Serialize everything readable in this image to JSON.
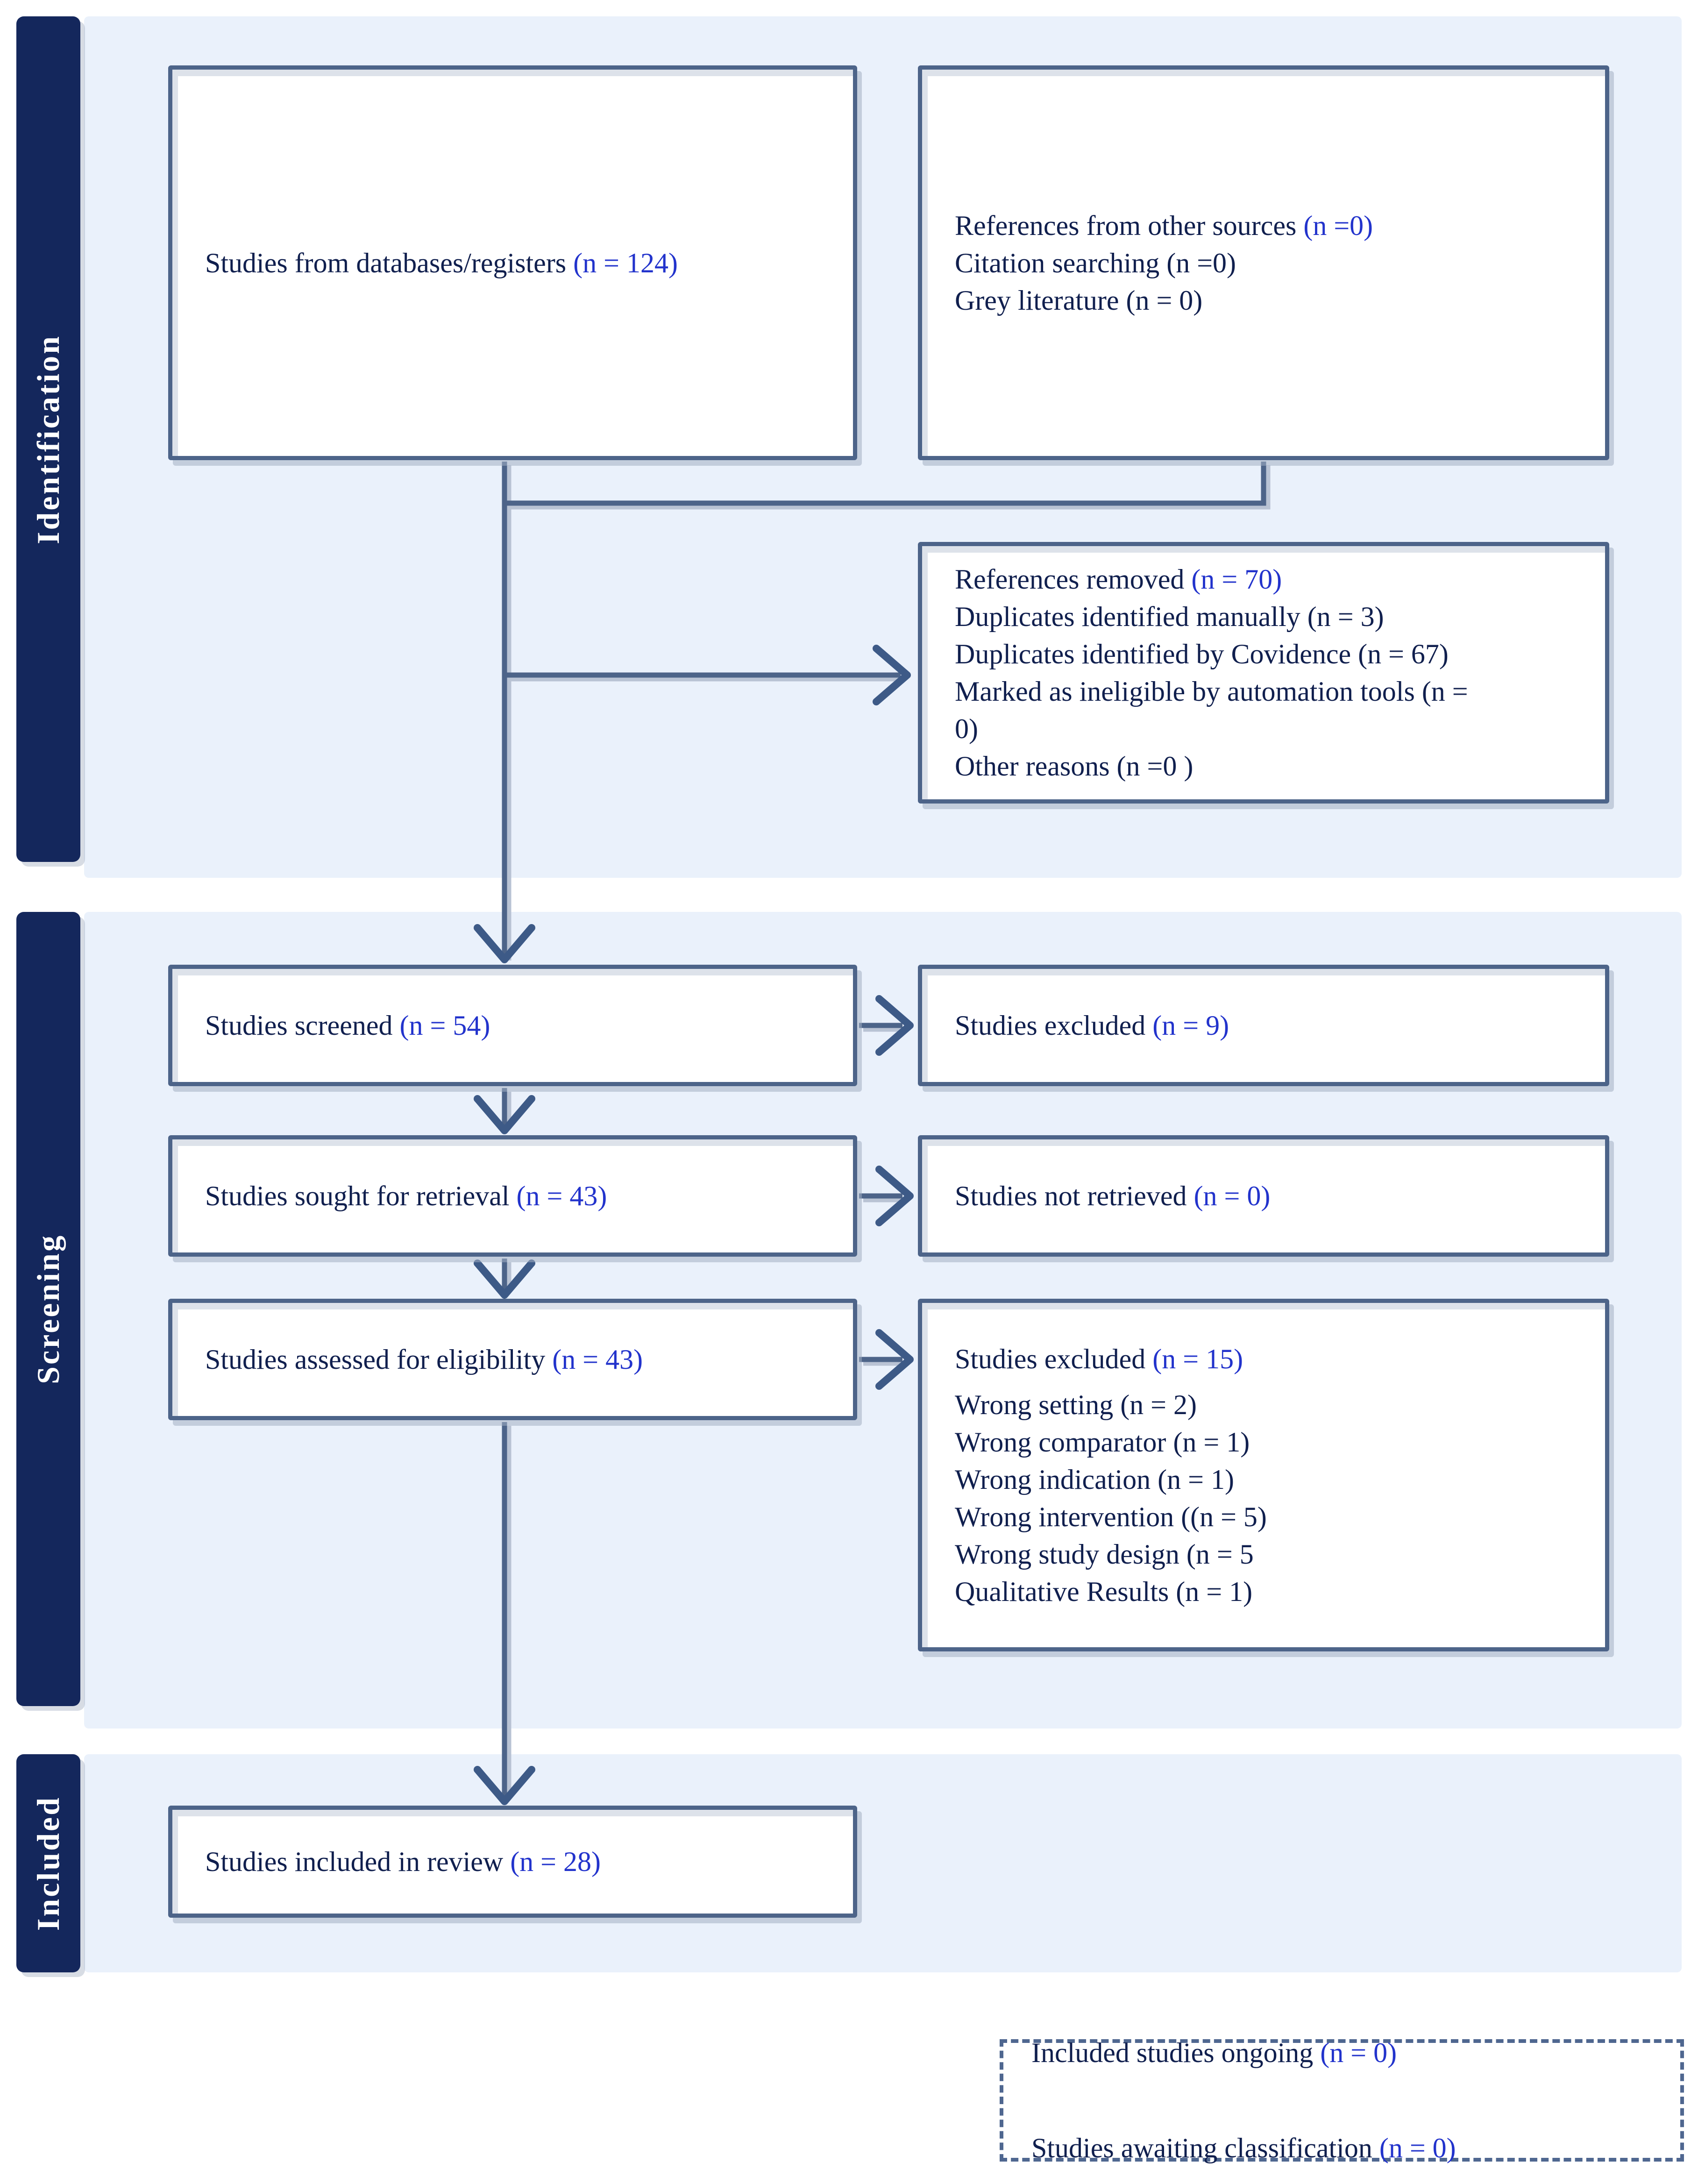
{
  "sidebar": {
    "sections": [
      {
        "label": "Identification"
      },
      {
        "label": "Screening"
      },
      {
        "label": "Included"
      }
    ]
  },
  "boxes": {
    "databases": {
      "text": "Studies from databases/registers ",
      "n": "(n = 124)"
    },
    "other_sources": {
      "text": "References from other sources ",
      "n": "(n =0)",
      "items": [
        "Citation searching (n =0)",
        "Grey literature (n = 0)"
      ]
    },
    "references_removed": {
      "text": "References removed ",
      "n": "(n = 70)",
      "items": [
        "Duplicates identified manually (n = 3)",
        "Duplicates identified by Covidence (n = 67)",
        "Marked as ineligible by automation tools (n =",
        "0)",
        "Other reasons (n =0 )"
      ]
    },
    "screened": {
      "text": "Studies screened ",
      "n": "(n = 54)"
    },
    "excluded": {
      "text": "Studies excluded ",
      "n": "(n = 9)"
    },
    "sought": {
      "text": "Studies sought for retrieval ",
      "n": "(n = 43)"
    },
    "not_retrieved": {
      "text": "Studies not retrieved ",
      "n": "(n = 0)"
    },
    "assessed": {
      "text": "Studies assessed for eligibility ",
      "n": "(n = 43)"
    },
    "excluded_reasons": {
      "text": "Studies excluded ",
      "n": "(n = 15)",
      "items": [
        "Wrong setting (n = 2)",
        "Wrong comparator (n = 1)",
        "Wrong indication (n = 1)",
        "Wrong intervention ((n = 5)",
        "Wrong study design (n = 5",
        "Qualitative Results (n = 1)"
      ]
    },
    "included_review": {
      "text": "Studies included in review ",
      "n": "(n = 28)"
    },
    "ongoing": {
      "lines": [
        {
          "text": "Included studies ongoing ",
          "n": "(n = 0)"
        },
        {
          "text": "Studies awaiting classification ",
          "n": "(n = 0)"
        }
      ]
    }
  },
  "colors": {
    "sidebar_navy": "#14275c",
    "band_blue": "#eaf1fb",
    "box_border_slate": "#4d6489",
    "connector_slate": "#4d6489",
    "connector_shadow": "#b9c3d4",
    "text_navy": "#101f4e",
    "count_blue": "#2233cc"
  }
}
